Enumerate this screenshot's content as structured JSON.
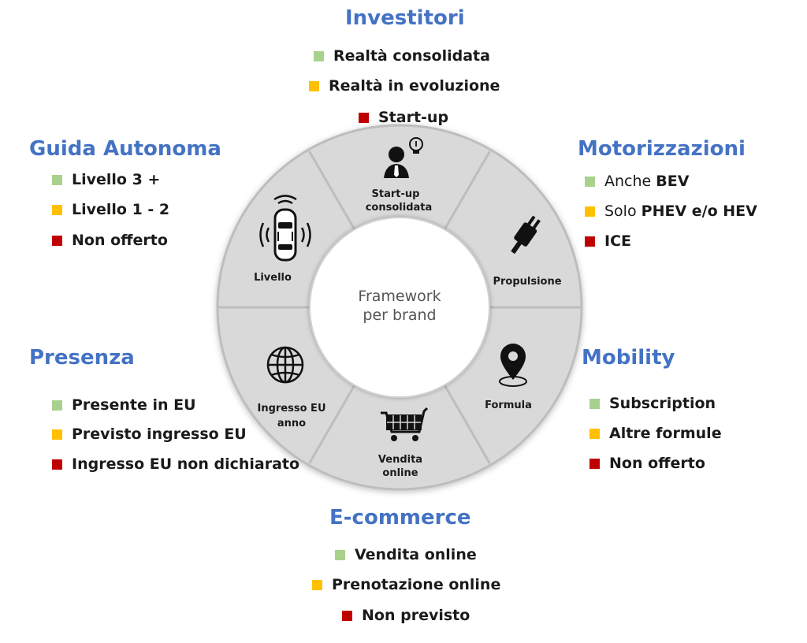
{
  "colors": {
    "title": "#4472c4",
    "green": "#a9d18e",
    "yellow": "#ffc000",
    "red": "#c00000",
    "ring": "#d9d9d9",
    "divider": "#bfbfbf"
  },
  "center": {
    "line1": "Framework",
    "line2": "per brand"
  },
  "segments": {
    "startup": {
      "line1": "Start-up",
      "line2": "consolidata",
      "icon": "businessman-lightbulb-icon"
    },
    "propulsione": {
      "line1": "Propulsione",
      "icon": "electric-plug-icon"
    },
    "formula": {
      "line1": "Formula",
      "icon": "map-pin-icon"
    },
    "vendita": {
      "line1": "Vendita",
      "line2": "online",
      "icon": "shopping-cart-icon"
    },
    "ingresso": {
      "line1": "Ingresso EU",
      "line2": "anno",
      "icon": "globe-icon"
    },
    "livello": {
      "line1": "Livello",
      "icon": "autonomous-car-icon"
    }
  },
  "investitori": {
    "title": "Investitori",
    "items": [
      "Realtà consolidata",
      "Realtà in evoluzione",
      "Start-up"
    ]
  },
  "guida": {
    "title": "Guida Autonoma",
    "items": [
      "Livello 3 +",
      "Livello 1 - 2",
      "Non offerto"
    ]
  },
  "motorizzazioni": {
    "title": "Motorizzazioni",
    "items": [
      {
        "plain": "Anche ",
        "bold": "BEV"
      },
      {
        "plain": "Solo ",
        "bold": "PHEV e/o HEV"
      },
      {
        "plain": "",
        "bold": "ICE"
      }
    ]
  },
  "presenza": {
    "title": "Presenza",
    "items": [
      "Presente in EU",
      "Previsto ingresso EU",
      "Ingresso EU non dichiarato"
    ]
  },
  "mobility": {
    "title": "Mobility",
    "items": [
      "Subscription",
      "Altre formule",
      "Non offerto"
    ]
  },
  "ecommerce": {
    "title": "E-commerce",
    "items": [
      "Vendita online",
      "Prenotazione online",
      "Non previsto"
    ]
  }
}
